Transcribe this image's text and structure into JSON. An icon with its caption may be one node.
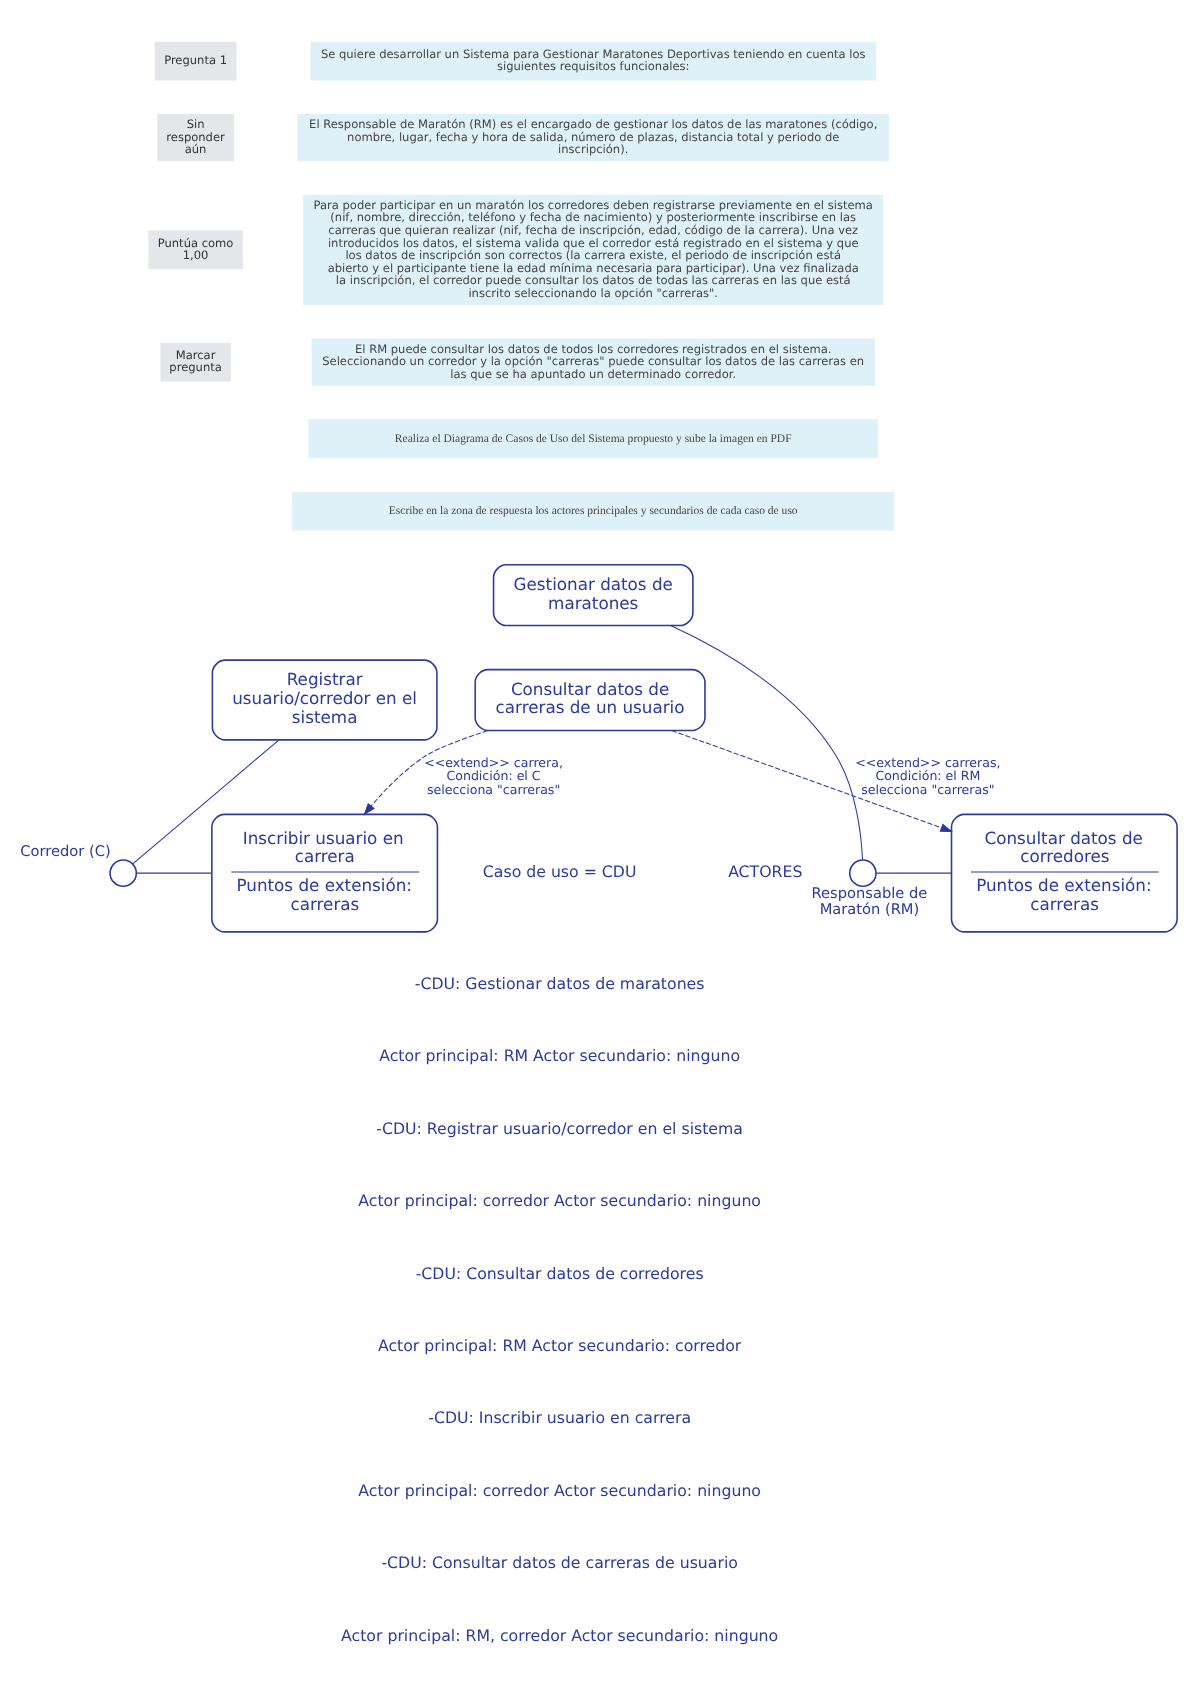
{
  "diagram": {
    "nodes": [
      {
        "text": [
          "Gestionar datos de maratones"
        ]
      },
      {
        "text": [
          "Registrar usuario/corredor en el sistema"
        ]
      },
      {
        "text": [
          "Consultar datos de corredores",
          "Puntos de extensión: carreras"
        ]
      },
      {
        "text": [
          "Inscribir usuario en carrera",
          "Puntos de extensión: carreras"
        ]
      },
      {
        "text": [],
        "shape": "person",
        "beside": [
          "Responsable de Maratón (RM)"
        ]
      },
      {
        "text": [],
        "shape": "person",
        "beside": [
          "Corredor (C)"
        ]
      },
      {
        "text": [
          "Consultar datos de carreras de un usuario"
        ]
      }
    ],
    "edges": [
      {
        "from": 4,
        "to": 0,
        "arrow": "none"
      },
      {
        "from": 4,
        "to": 2,
        "arrow": "none"
      },
      {
        "from": 5,
        "to": 1,
        "arrow": "none"
      },
      {
        "from": 5,
        "to": 3,
        "arrow": "none"
      },
      {
        "from": 6,
        "to": 2,
        "arrow": "to",
        "style": "dashed",
        "label": "<<extend>> carreras, Condición: el RM selecciona \"carreras\""
      },
      {
        "from": 6,
        "to": 3,
        "arrow": "to",
        "style": "dashed",
        "label": "<<extend>> carrera, Condición: el C selecciona \"carreras\""
      }
    ],
    "labels": [
      "Pregunta 1",
      "Sin responder aún",
      "Puntúa como 1,00",
      "Marcar pregunta",
      "Se quiere desarrollar un Sistema para Gestionar Maratones Deportivas teniendo en cuenta los siguientes requisitos funcionales:",
      "El Responsable de Maratón (RM) es el encargado de gestionar los datos de las maratones (código, nombre, lugar, fecha y hora de salida, número de plazas, distancia total y periodo de inscripción).",
      "Para poder participar en un maratón los corredores deben registrarse previamente en el sistema (nif, nombre, dirección, teléfono y fecha de nacimiento) y posteriormente inscribirse en las carreras que quieran realizar (nif, fecha de inscripción, edad, código de la carrera). Una vez introducidos los datos, el sistema valida que el corredor está registrado en el sistema y que los datos de inscripción son correctos (la carrera existe, el periodo de inscripción está abierto y el participante tiene la edad mínima necesaria para participar). Una vez finalizada la inscripción, el corredor puede consultar los datos de todas las carreras en las que está inscrito seleccionando la opción \"carreras\".",
      "El RM puede consultar los datos de todos los corredores registrados en el sistema. Seleccionando un corredor y la opción \"carreras\" puede consultar los datos de las carreras en las que se ha apuntado un determinado corredor.",
      "Realiza el Diagrama de Casos de Uso del Sistema propuesto y sube la imagen en PDF",
      "Escribe en la zona de respuesta los actores principales y secundarios de cada caso de uso",
      "Caso de uso = CDU",
      "ACTORES",
      "-CDU: Gestionar datos de maratones",
      "Actor principal: RM Actor secundario: ninguno",
      "-CDU: Registrar usuario/corredor en el sistema",
      "Actor principal: corredor Actor secundario: ninguno",
      "-CDU: Consultar datos de corredores",
      "Actor principal: RM Actor secundario: corredor",
      "-CDU: Inscribir usuario en carrera",
      "Actor principal: corredor Actor secundario: ninguno",
      "-CDU: Consultar datos de carreras de usuario",
      "Actor principal: RM, corredor Actor secundario: ninguno"
    ]
  }
}
